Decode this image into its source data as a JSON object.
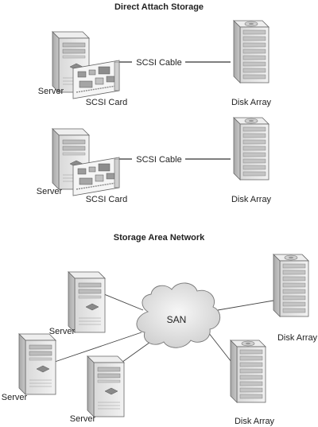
{
  "das": {
    "title": "Direct Attach Storage",
    "rows": [
      {
        "server": "Server",
        "card": "SCSI Card",
        "cable": "SCSI Cable",
        "array": "Disk Array"
      },
      {
        "server": "Server",
        "card": "SCSI Card",
        "cable": "SCSI Cable",
        "array": "Disk Array"
      }
    ]
  },
  "san": {
    "title": "Storage Area Network",
    "cloud_label": "SAN",
    "servers": [
      "Server",
      "Server",
      "Server"
    ],
    "arrays": [
      "Disk Array",
      "Disk Array"
    ]
  }
}
